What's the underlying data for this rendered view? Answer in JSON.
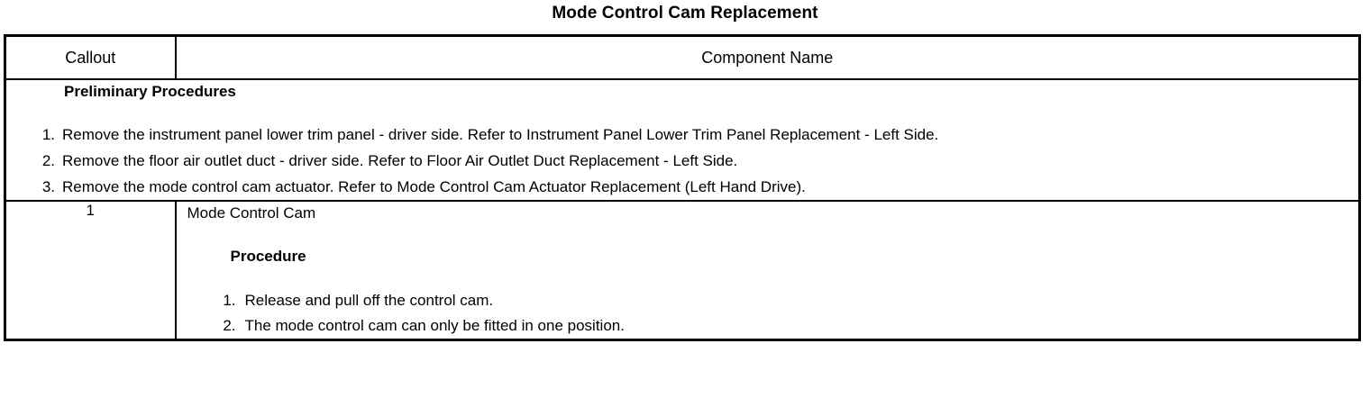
{
  "document": {
    "title": "Mode Control Cam Replacement"
  },
  "table": {
    "headers": {
      "callout": "Callout",
      "component_name": "Component Name"
    },
    "preliminary": {
      "heading": "Preliminary Procedures",
      "steps": [
        {
          "num": "1.",
          "text": "Remove the instrument panel lower trim panel - driver side. Refer to Instrument Panel Lower Trim Panel Replacement - Left Side."
        },
        {
          "num": "2.",
          "text": "Remove the floor air outlet duct - driver side. Refer to Floor Air Outlet Duct Replacement - Left Side."
        },
        {
          "num": "3.",
          "text": "Remove the mode control cam actuator. Refer to Mode Control Cam Actuator Replacement (Left Hand Drive)."
        }
      ]
    },
    "rows": [
      {
        "callout": "1",
        "component_name": "Mode Control Cam",
        "procedure_heading": "Procedure",
        "procedure_steps": [
          {
            "num": "1.",
            "text": "Release and pull off the control cam."
          },
          {
            "num": "2.",
            "text": "The mode control cam can only be fitted in one position."
          }
        ]
      }
    ]
  }
}
